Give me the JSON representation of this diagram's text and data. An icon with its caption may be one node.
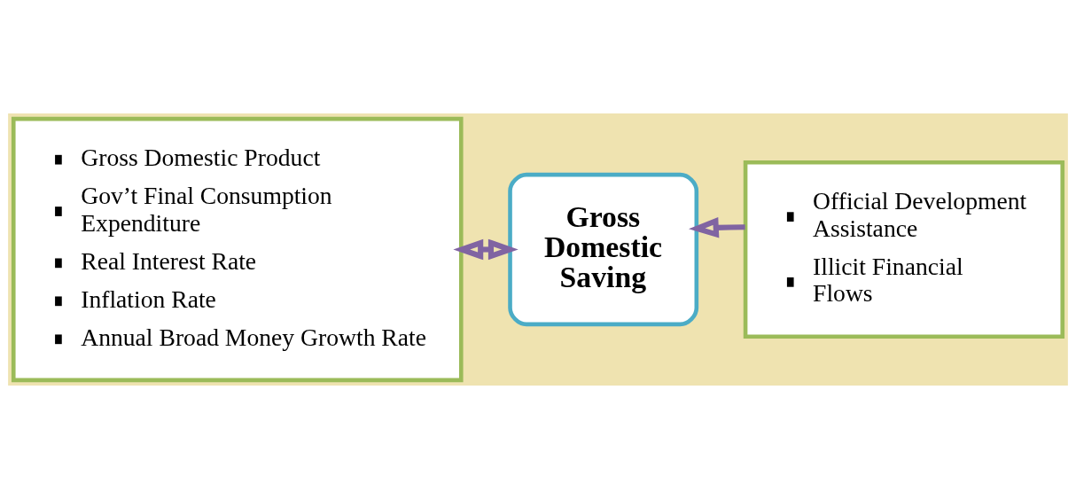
{
  "diagram": {
    "nodes": [
      {
        "text": [
          "Gross Domestic Product",
          "Gov’t Final Consumption Expenditure",
          "Real Interest Rate",
          "Inflation Rate",
          "Annual Broad Money Growth Rate"
        ]
      },
      {
        "text": [
          "Gross Domestic Saving"
        ]
      },
      {
        "text": [
          "Official Development Assistance",
          "Illicit Financial Flows"
        ]
      }
    ],
    "edges": [
      {
        "from": 0,
        "to": 1,
        "arrow": "both"
      },
      {
        "from": 2,
        "to": 1,
        "arrow": "to"
      }
    ]
  }
}
